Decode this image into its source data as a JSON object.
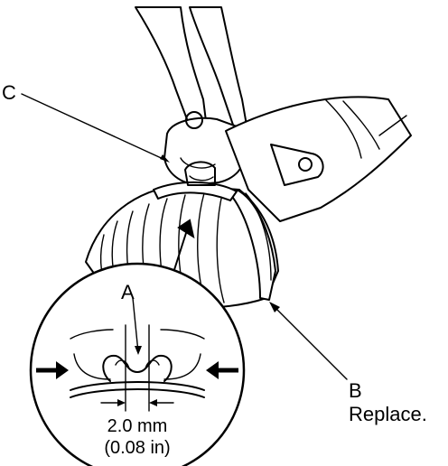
{
  "labels": {
    "c": "C",
    "a": "A",
    "b": "B",
    "b_note": "Replace.",
    "dimension_mm": "2.0 mm",
    "dimension_in": "(0.08 in)"
  }
}
